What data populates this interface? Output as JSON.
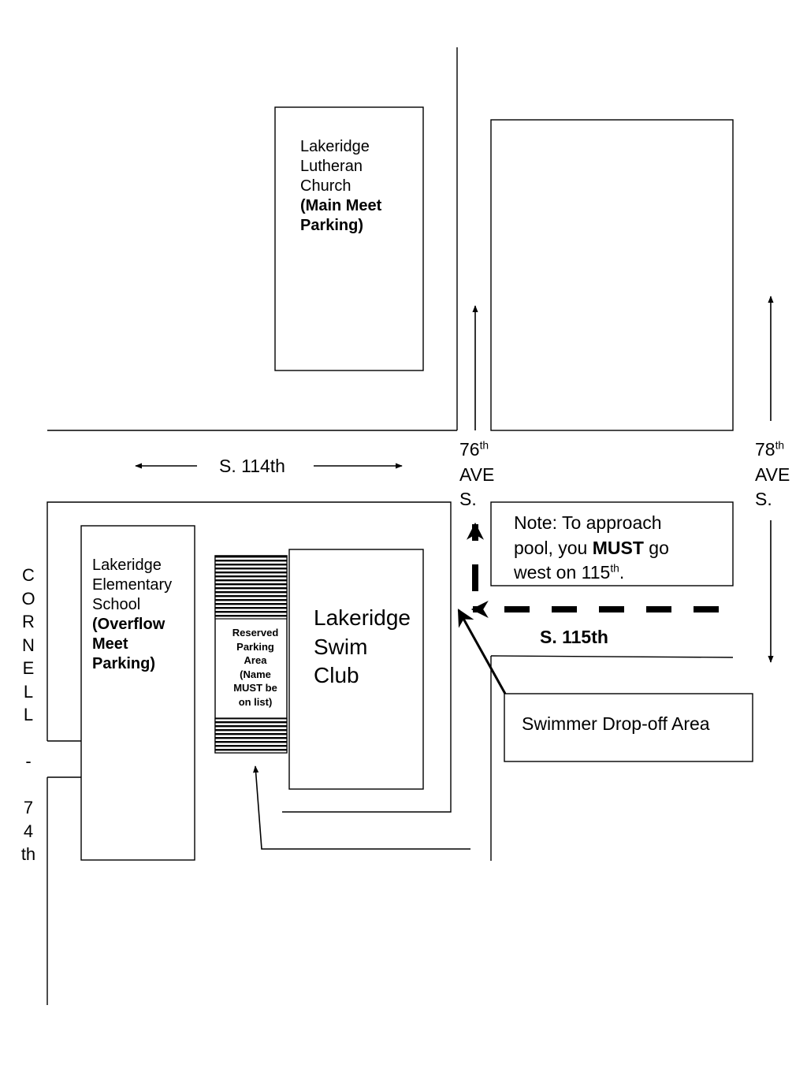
{
  "church": {
    "line1": "Lakeridge",
    "line2": "Lutheran",
    "line3": "Church",
    "line4": "(Main Meet",
    "line5": "Parking)"
  },
  "school": {
    "line1": "Lakeridge",
    "line2": "Elementary",
    "line3": "School",
    "line4_paren": "(",
    "line4_bold": "Overflow",
    "line5": "Meet",
    "line6": "Parking)"
  },
  "swim_club": {
    "line1": "Lakeridge",
    "line2": "Swim",
    "line3": "Club"
  },
  "reserved_parking": {
    "line1": "Reserved",
    "line2": "Parking",
    "line3": "Area",
    "line4": "(Name",
    "line5": "MUST be",
    "line6": "on list)"
  },
  "streets": {
    "s114": "S. 114th",
    "s115": "S. 115th",
    "ave76_num": "76",
    "ave76_sup": "th",
    "ave76_line2": "AVE",
    "ave76_line3": "S.",
    "ave78_num": "78",
    "ave78_sup": "th",
    "ave78_line2": "AVE",
    "ave78_line3": "S.",
    "cornell_letters": [
      "C",
      "O",
      "R",
      "N",
      "E",
      "L",
      "L",
      "",
      "-",
      "",
      "7",
      "4",
      "th"
    ]
  },
  "note": {
    "line1": "Note: To approach",
    "line2_pre": "pool, you ",
    "line2_bold": "MUST",
    "line2_post": " go",
    "line3_pre": "west on 115",
    "line3_sup": "th",
    "line3_post": "."
  },
  "dropoff": {
    "label": "Swimmer Drop-off Area"
  }
}
